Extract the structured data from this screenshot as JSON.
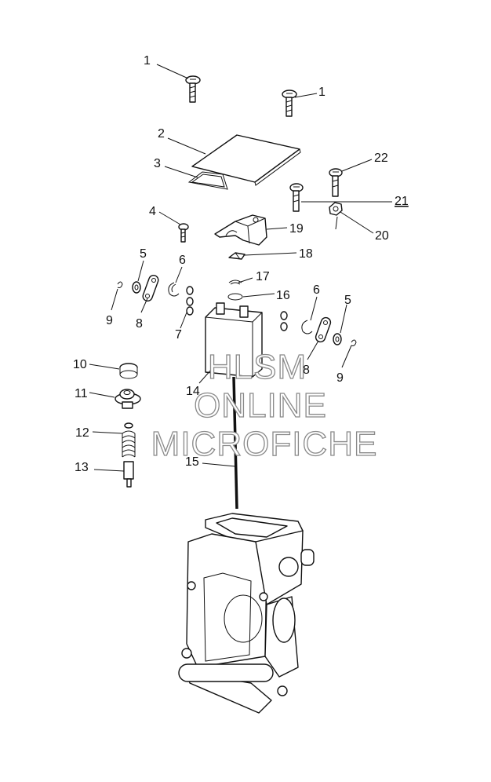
{
  "callouts": [
    {
      "id": "c1a",
      "label": "1"
    },
    {
      "id": "c1b",
      "label": "1"
    },
    {
      "id": "c2",
      "label": "2"
    },
    {
      "id": "c3",
      "label": "3"
    },
    {
      "id": "c22",
      "label": "22"
    },
    {
      "id": "c21",
      "label": "21"
    },
    {
      "id": "c4",
      "label": "4"
    },
    {
      "id": "c19",
      "label": "19"
    },
    {
      "id": "c20",
      "label": "20"
    },
    {
      "id": "c18",
      "label": "18"
    },
    {
      "id": "c5a",
      "label": "5"
    },
    {
      "id": "c6a",
      "label": "6"
    },
    {
      "id": "c17",
      "label": "17"
    },
    {
      "id": "c16",
      "label": "16"
    },
    {
      "id": "c6b",
      "label": "6"
    },
    {
      "id": "c5b",
      "label": "5"
    },
    {
      "id": "c9a",
      "label": "9"
    },
    {
      "id": "c8a",
      "label": "8"
    },
    {
      "id": "c7",
      "label": "7"
    },
    {
      "id": "c10",
      "label": "10"
    },
    {
      "id": "c11",
      "label": "11"
    },
    {
      "id": "c14",
      "label": "14"
    },
    {
      "id": "c8b",
      "label": "8"
    },
    {
      "id": "c9b",
      "label": "9"
    },
    {
      "id": "c12",
      "label": "12"
    },
    {
      "id": "c13",
      "label": "13"
    },
    {
      "id": "c15",
      "label": "15"
    }
  ],
  "watermark": {
    "line1": "HLSM",
    "line2": "ONLINE",
    "line3": "MICROFICHE"
  }
}
